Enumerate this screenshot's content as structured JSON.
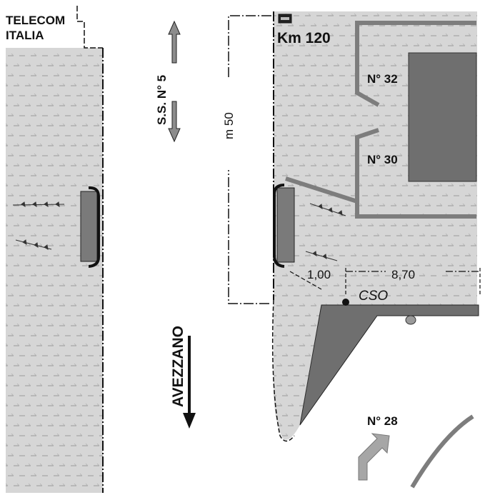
{
  "labels": {
    "company_line1": "TELECOM",
    "company_line2": "ITALIA",
    "road": "S.S. N° 5",
    "km": "Km 120",
    "distance": "m 50",
    "house_32": "N° 32",
    "house_30": "N° 30",
    "house_28": "N° 28",
    "dim_left": "1,00",
    "dim_right": "8,70",
    "cso": "CSO",
    "direction": "AVEZZANO"
  },
  "colors": {
    "pavement": "#d6d6d6",
    "brick": "#9a9a9a",
    "building": "#6f6f6f",
    "boundary": "#7d7d7d",
    "arrow": "#8c8c8c",
    "text": "#111111"
  }
}
